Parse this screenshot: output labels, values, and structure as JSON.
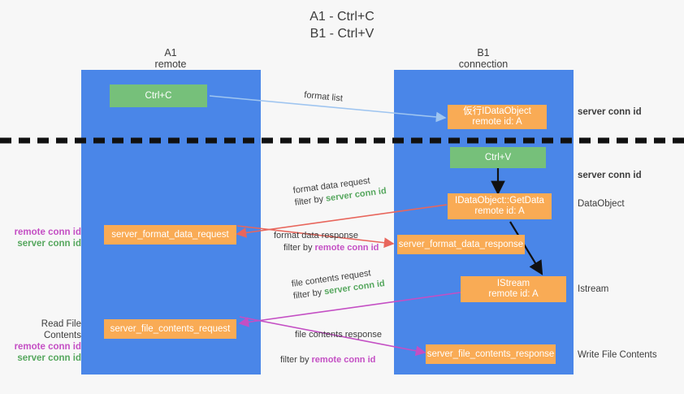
{
  "title": {
    "line1": "A1 - Ctrl+C",
    "line2": "B1 - Ctrl+V"
  },
  "lanes": [
    {
      "name": "A1",
      "sub": "remote"
    },
    {
      "name": "B1",
      "sub": "connection"
    }
  ],
  "boxes": {
    "ctrl_c": {
      "label": "Ctrl+C"
    },
    "ctrl_v": {
      "label": "Ctrl+V"
    },
    "idataobject_top": {
      "line1": "仮行IDataObject",
      "line2": "remote id: A"
    },
    "getdata": {
      "line1": "IDataObject::GetData",
      "line2": "remote id: A"
    },
    "istream": {
      "line1": "IStream",
      "line2": "remote id: A"
    },
    "server_format_data_request": {
      "label": "server_format_data_request"
    },
    "server_format_data_response": {
      "label": "server_format_data_response"
    },
    "server_file_contents_request": {
      "label": "server_file_contents_request"
    },
    "server_file_contents_response": {
      "label": "server_file_contents_response"
    }
  },
  "right_labels": {
    "server_conn_top": "server conn id",
    "server_conn_mid": "server conn id",
    "dataobject": "DataObject",
    "istream": "Istream",
    "write_file_contents": "Write File Contents"
  },
  "left_labels": {
    "remote_conn_1": "remote conn id",
    "server_conn_1": "server conn id",
    "read_file_contents": "Read File Contents",
    "remote_conn_2": "remote conn id",
    "server_conn_2": "server conn id"
  },
  "arrows": {
    "format_list": {
      "title": "format list"
    },
    "format_data_request": {
      "title": "format data request",
      "filter_prefix": "filter by ",
      "filter_target": "server conn id"
    },
    "format_data_response": {
      "title": "format data response",
      "filter_prefix": "filter by ",
      "filter_target": "remote conn id"
    },
    "file_contents_request": {
      "title": "file contents request",
      "filter_prefix": "filter by ",
      "filter_target": "server conn id"
    },
    "file_contents_response": {
      "title": "file contents response",
      "filter_prefix": "filter by ",
      "filter_target": "remote conn id"
    }
  },
  "colors": {
    "lane": "#4a86e8",
    "orange": "#f9ab55",
    "green": "#76c07a",
    "server_conn": "#56a75e",
    "remote_conn": "#c44fc4",
    "divider": "#111111",
    "arrow_blue": "#9fc5f0",
    "arrow_red": "#e8665c",
    "arrow_magenta": "#c44fc4",
    "arrow_black": "#111111"
  }
}
